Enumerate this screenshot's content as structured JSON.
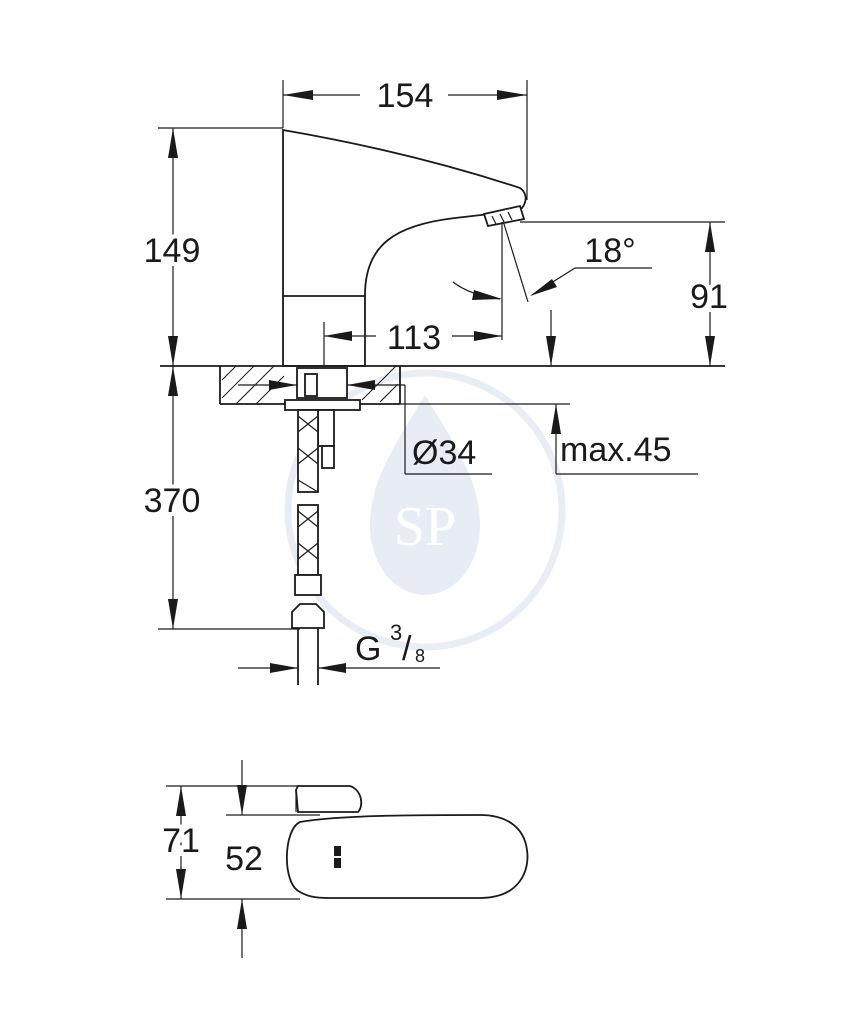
{
  "dimensions": {
    "width_top": "154",
    "height_body": "149",
    "spout_reach": "113",
    "spout_height": "91",
    "angle": "18°",
    "hole_diameter": "Ø34",
    "max_thickness": "max.45",
    "hose_length": "370",
    "thread_g": "G",
    "thread_num": "3",
    "thread_den": "8",
    "plan_total": "71",
    "plan_body": "52"
  },
  "watermark": {
    "monogram": "SP"
  }
}
